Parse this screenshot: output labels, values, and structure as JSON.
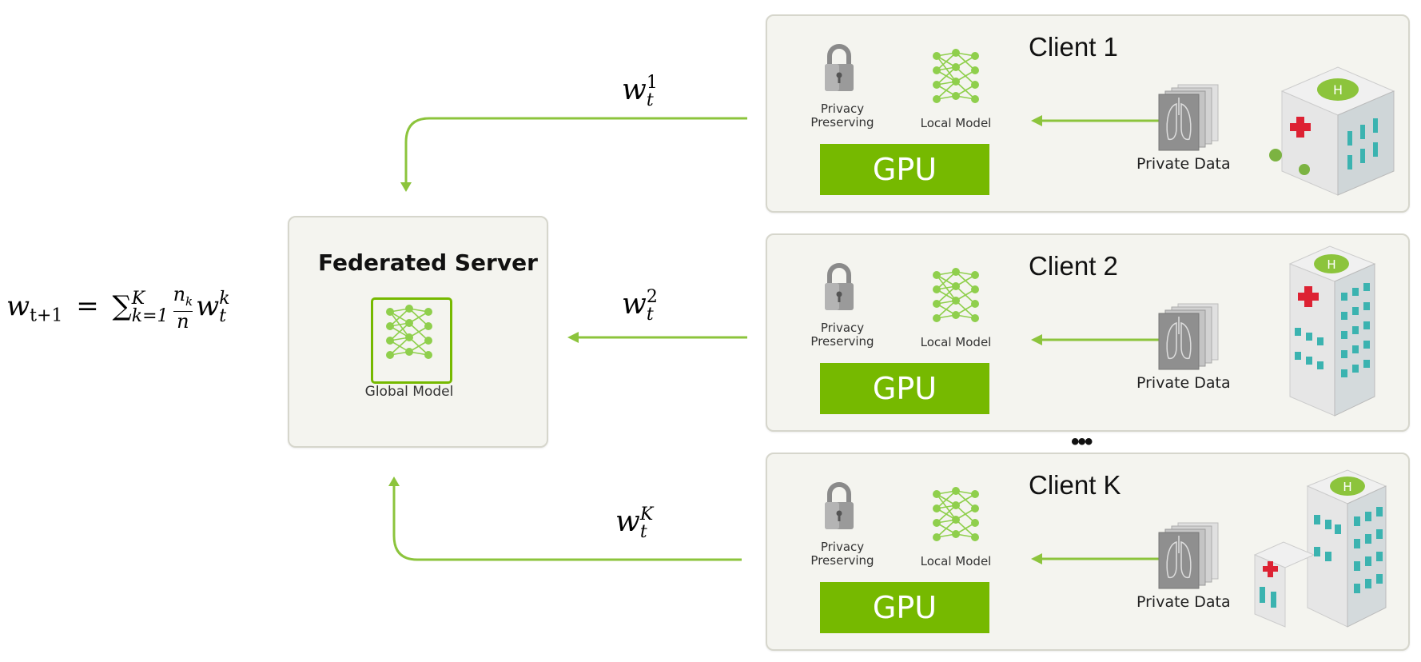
{
  "formula": {
    "lhs_base": "w",
    "lhs_sub": "t+1",
    "eq": "=",
    "sum_symbol": "∑",
    "sum_sup": "K",
    "sum_sub": "k=1",
    "frac_num": "n",
    "frac_num_sub": "k",
    "frac_den": "n",
    "rhs_base": "w",
    "rhs_sup": "k",
    "rhs_sub": "t"
  },
  "server": {
    "title": "Federated Server",
    "model_label": "Global Model"
  },
  "arrows": {
    "labels": [
      {
        "base": "w",
        "sup": "1",
        "sub": "t"
      },
      {
        "base": "w",
        "sup": "2",
        "sub": "t"
      },
      {
        "base": "w",
        "sup": "K",
        "sub": "t"
      }
    ]
  },
  "clients": [
    {
      "title": "Client 1",
      "privacy_label": "Privacy Preserving",
      "privacy_line1": "Privacy",
      "privacy_line2": "Preserving",
      "model_label": "Local Model",
      "gpu_label": "GPU",
      "data_label": "Private Data"
    },
    {
      "title": "Client 2",
      "privacy_label": "Privacy Preserving",
      "privacy_line1": "Privacy",
      "privacy_line2": "Preserving",
      "model_label": "Local Model",
      "gpu_label": "GPU",
      "data_label": "Private Data"
    },
    {
      "title": "Client K",
      "privacy_label": "Privacy Preserving",
      "privacy_line1": "Privacy",
      "privacy_line2": "Preserving",
      "model_label": "Local Model",
      "gpu_label": "GPU",
      "data_label": "Private Data"
    }
  ],
  "ellipsis": "•••",
  "icons": {
    "lock": "lock-icon",
    "network": "neural-network-icon",
    "lungs": "lung-scan-icon",
    "hospital": "hospital-building-icon"
  },
  "colors": {
    "accent": "#76b900",
    "arrow": "#8cc43c",
    "panel_bg": "#f4f4ef",
    "panel_border": "#d6d6cc"
  }
}
